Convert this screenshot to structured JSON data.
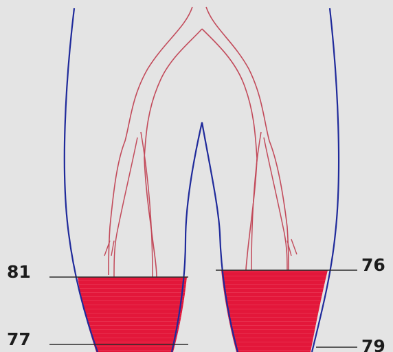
{
  "diagram": {
    "labels": {
      "left_top": "81",
      "left_bottom": "77",
      "right_top": "76",
      "right_bottom": "79"
    },
    "colors": {
      "outline": "#1f2a9b",
      "vessel": "#c24a5a",
      "fill": "#e3173a",
      "background": "#e4e4e4",
      "marker_line": "#2b2b2b"
    }
  }
}
